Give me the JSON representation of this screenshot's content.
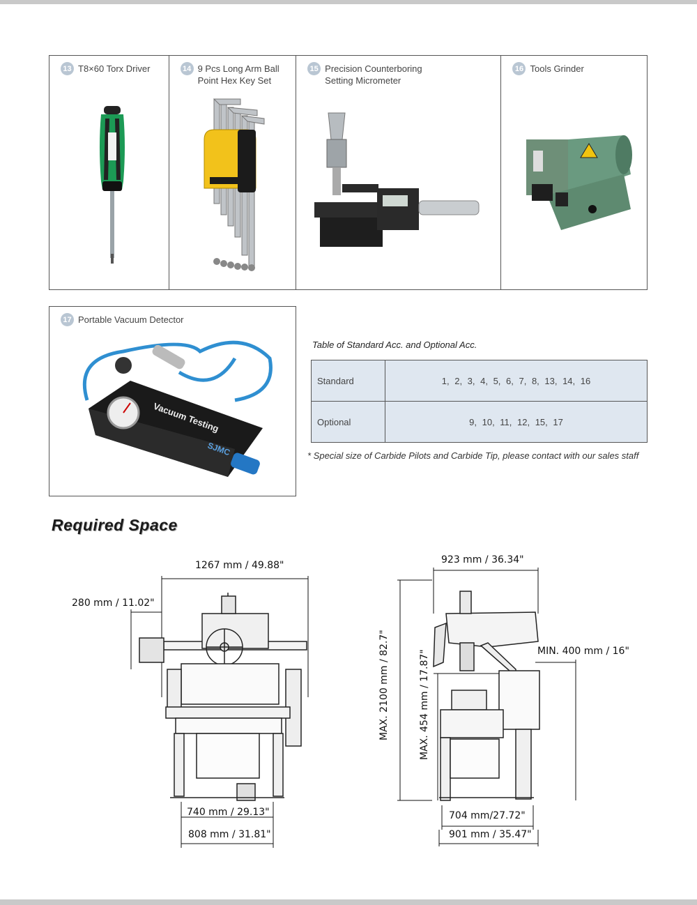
{
  "accessories": [
    {
      "num": "13",
      "title": "T8×60 Torx Driver",
      "icon": "torx-screwdriver"
    },
    {
      "num": "14",
      "title": "9 Pcs Long Arm Ball\nPoint Hex Key Set",
      "icon": "hex-key-set"
    },
    {
      "num": "15",
      "title": "Precision Counterboring\nSetting Micrometer",
      "icon": "setting-micrometer"
    },
    {
      "num": "16",
      "title": "Tools Grinder",
      "icon": "tool-grinder"
    }
  ],
  "detector": {
    "num": "17",
    "title": "Portable Vacuum Detector",
    "icon": "vacuum-detector",
    "label_text": "Vacuum Testing",
    "brand_text": "SJMC"
  },
  "table": {
    "caption": "Table of Standard Acc. and Optional Acc.",
    "rows": [
      {
        "label": "Standard",
        "value": "1,  2,  3,  4,  5,  6,  7,  8,  13,  14,  16"
      },
      {
        "label": "Optional",
        "value": "9,  10,  11,  12,  15,  17"
      }
    ],
    "note": "* Special size of Carbide Pilots and Carbide Tip, please contact with our sales staff"
  },
  "required_space": {
    "title": "Required Space",
    "front": {
      "width_top": "1267  mm  /  49.88\"",
      "left_ext": "280  mm  /  11.02\"",
      "base_inner": "740  mm  /  29.13\"",
      "base_outer": "808  mm  /  31.81\""
    },
    "side": {
      "width_top": "923  mm  /  36.34\"",
      "min_height": "MIN.  400  mm  /  16\"",
      "max_height": "MAX.  2100  mm  /  82.7\"",
      "max_table": "MAX.  454  mm  /  17.87\"",
      "base_inner": "704  mm/27.72\"",
      "base_outer": "901  mm  /  35.47\""
    }
  },
  "colors": {
    "table_bg": "#dfe7f0",
    "badge": "#b9c6d3",
    "border": "#555555"
  }
}
